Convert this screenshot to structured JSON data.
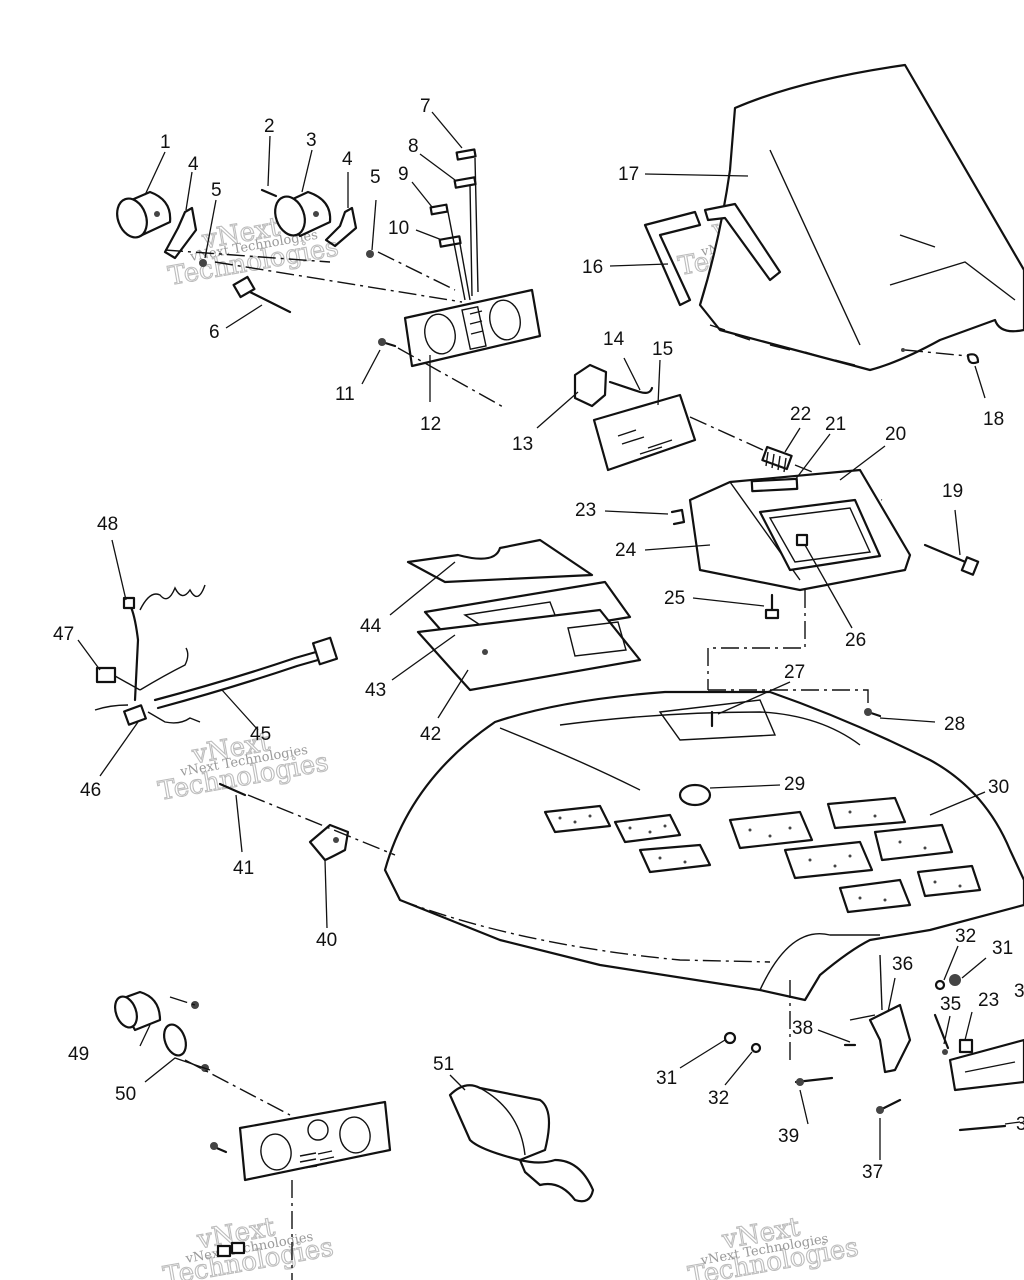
{
  "watermark": {
    "line1": "vNext",
    "line2": "Technologies",
    "caption": "vNext Technologies"
  },
  "callouts": [
    {
      "id": "c1",
      "text": "1"
    },
    {
      "id": "c2",
      "text": "2"
    },
    {
      "id": "c3",
      "text": "3"
    },
    {
      "id": "c4a",
      "text": "4"
    },
    {
      "id": "c4b",
      "text": "4"
    },
    {
      "id": "c5a",
      "text": "5"
    },
    {
      "id": "c5b",
      "text": "5"
    },
    {
      "id": "c6",
      "text": "6"
    },
    {
      "id": "c7",
      "text": "7"
    },
    {
      "id": "c8",
      "text": "8"
    },
    {
      "id": "c9",
      "text": "9"
    },
    {
      "id": "c10",
      "text": "10"
    },
    {
      "id": "c11",
      "text": "11"
    },
    {
      "id": "c12",
      "text": "12"
    },
    {
      "id": "c13",
      "text": "13"
    },
    {
      "id": "c14",
      "text": "14"
    },
    {
      "id": "c15",
      "text": "15"
    },
    {
      "id": "c16",
      "text": "16"
    },
    {
      "id": "c17",
      "text": "17"
    },
    {
      "id": "c18",
      "text": "18"
    },
    {
      "id": "c19",
      "text": "19"
    },
    {
      "id": "c20",
      "text": "20"
    },
    {
      "id": "c21",
      "text": "21"
    },
    {
      "id": "c22",
      "text": "22"
    },
    {
      "id": "c23a",
      "text": "23"
    },
    {
      "id": "c23b",
      "text": "23"
    },
    {
      "id": "c24",
      "text": "24"
    },
    {
      "id": "c25",
      "text": "25"
    },
    {
      "id": "c26",
      "text": "26"
    },
    {
      "id": "c27",
      "text": "27"
    },
    {
      "id": "c28",
      "text": "28"
    },
    {
      "id": "c29",
      "text": "29"
    },
    {
      "id": "c30",
      "text": "30"
    },
    {
      "id": "c31a",
      "text": "31"
    },
    {
      "id": "c31b",
      "text": "31"
    },
    {
      "id": "c32a",
      "text": "32"
    },
    {
      "id": "c32b",
      "text": "32"
    },
    {
      "id": "c35",
      "text": "35"
    },
    {
      "id": "c36",
      "text": "36"
    },
    {
      "id": "c37",
      "text": "37"
    },
    {
      "id": "c38",
      "text": "38"
    },
    {
      "id": "c39",
      "text": "39"
    },
    {
      "id": "c40",
      "text": "40"
    },
    {
      "id": "c41",
      "text": "41"
    },
    {
      "id": "c42",
      "text": "42"
    },
    {
      "id": "c43",
      "text": "43"
    },
    {
      "id": "c44",
      "text": "44"
    },
    {
      "id": "c45",
      "text": "45"
    },
    {
      "id": "c46",
      "text": "46"
    },
    {
      "id": "c47",
      "text": "47"
    },
    {
      "id": "c48",
      "text": "48"
    },
    {
      "id": "c49",
      "text": "49"
    },
    {
      "id": "c50",
      "text": "50"
    },
    {
      "id": "c51",
      "text": "51"
    },
    {
      "id": "c3edge",
      "text": "3"
    },
    {
      "id": "c3edge2",
      "text": "3"
    }
  ]
}
